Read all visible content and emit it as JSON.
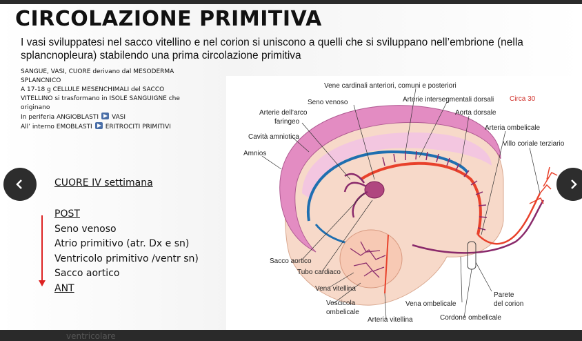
{
  "slide": {
    "title": "CIRCOLAZIONE PRIMITIVA",
    "subtitle": "I vasi sviluppatesi nel sacco vitellino e nel corion si uniscono a quelli che si sviluppano nell’embrione (nella splancnopleura) stabilendo una prima circolazione primitiva",
    "notes": {
      "l1": "SANGUE, VASI, CUORE derivano dal MESODERMA",
      "l2": "SPLANCNICO",
      "l3": "A 17-18 g CELLULE MESENCHIMALI del SACCO",
      "l4": "VITELLINO si trasformano in ISOLE SANGUIGNE che",
      "l5": "originano",
      "l6a": "In periferia ANGIOBLASTI",
      "l6b": "VASI",
      "l7a": "All’ interno EMOBLASTI",
      "l7b": "ERITROCITI PRIMITIVI"
    },
    "heart": {
      "title": "CUORE IV settimana",
      "post": "POST",
      "items": [
        "Seno venoso",
        "Atrio primitivo (atr. Dx e sn)",
        "Ventricolo primitivo /ventr sn)",
        "Sacco aortico"
      ],
      "ant": "ANT"
    },
    "ghost_text": "ventricolare"
  },
  "nav": {
    "prev_icon": "chevron-left-icon",
    "next_icon": "chevron-right-icon"
  },
  "diagram": {
    "labels": {
      "vene_cardinali": "Vene cardinali anteriori, comuni e posteriori",
      "seno_venoso": "Seno venoso",
      "arterie_interseg": "Arterie intersegmentali dorsali",
      "circa": "Circa 30",
      "arterie_arco_1": "Arterie dell’arco",
      "arterie_arco_2": "faringeo",
      "aorta_dorsale": "Aorta dorsale",
      "cavita": "Cavità amniotica",
      "arteria_ombelicale": "Arteria ombelicale",
      "villo": "Villo coriale terziario",
      "amnios": "Amnios",
      "sacco_aortico": "Sacco aortico",
      "tubo_cardiaco": "Tubo cardiaco",
      "vena_vitellina": "Vena vitellina",
      "vescicola_1": "Vescicola",
      "vescicola_2": "ombelicale",
      "arteria_vitellina": "Arteria vitellina",
      "vena_ombelicale": "Vena ombelicale",
      "cordone": "Cordone ombelicale",
      "parete_1": "Parete",
      "parete_2": "del corion"
    },
    "colors": {
      "amnios": "#e38cc2",
      "mesoderm": "#f7d9c9",
      "artery": "#e8412b",
      "vein": "#8a2a6b",
      "blue": "#1f6fb0",
      "accent_red": "#d0302a"
    }
  }
}
